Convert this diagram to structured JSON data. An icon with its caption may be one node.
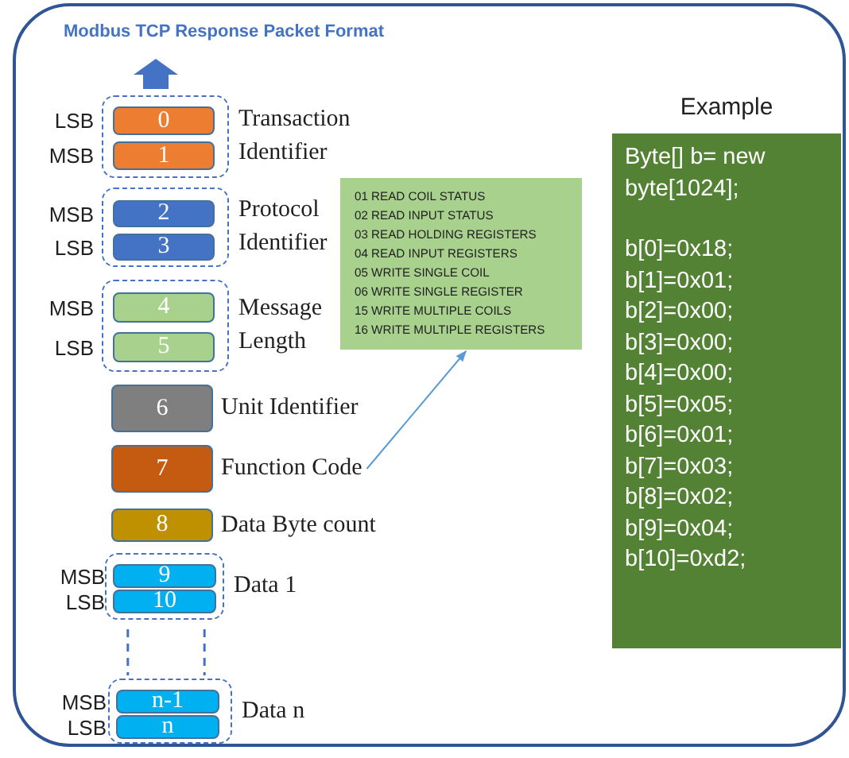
{
  "diagram": {
    "nodes": [
      {
        "text": [
          "Modbus TCP Response Packet Format"
        ]
      },
      {
        "text": [],
        "shape": "box",
        "in": 0,
        "beside": [
          "Transaction Identifier"
        ]
      },
      {
        "text": [
          "0"
        ],
        "in": 1,
        "beside": [
          "LSB"
        ]
      },
      {
        "text": [
          "1"
        ],
        "in": 1,
        "beside": [
          "MSB"
        ]
      },
      {
        "text": [],
        "shape": "box",
        "in": 0,
        "beside": [
          "Protocol Identifier"
        ]
      },
      {
        "text": [
          "2"
        ],
        "in": 4,
        "beside": [
          "MSB"
        ]
      },
      {
        "text": [
          "3"
        ],
        "in": 4,
        "beside": [
          "LSB"
        ]
      },
      {
        "text": [],
        "shape": "box",
        "in": 0,
        "beside": [
          "Message Length"
        ]
      },
      {
        "text": [
          "4"
        ],
        "in": 7,
        "beside": [
          "MSB"
        ]
      },
      {
        "text": [
          "5"
        ],
        "in": 7,
        "beside": [
          "LSB"
        ]
      },
      {
        "text": [
          "6"
        ],
        "in": 0,
        "beside": [
          "Unit Identifier"
        ]
      },
      {
        "text": [
          "7"
        ],
        "in": 0,
        "beside": [
          "Function Code"
        ]
      },
      {
        "text": [
          "8"
        ],
        "in": 0,
        "beside": [
          "Data Byte count"
        ]
      },
      {
        "text": [],
        "shape": "box",
        "in": 0,
        "beside": [
          "Data 1"
        ]
      },
      {
        "text": [
          "9"
        ],
        "in": 13,
        "beside": [
          "MSB"
        ]
      },
      {
        "text": [
          "10"
        ],
        "in": 13,
        "beside": [
          "LSB"
        ]
      },
      {
        "text": [],
        "shape": "box",
        "in": 0,
        "beside": [
          "Data n"
        ]
      },
      {
        "text": [
          "n-1"
        ],
        "in": 16,
        "beside": [
          "MSB"
        ]
      },
      {
        "text": [
          "n"
        ],
        "in": 16,
        "beside": [
          "LSB"
        ]
      },
      {
        "text": [
          "01 READ COIL STATUS",
          "02 READ INPUT STATUS",
          "03 READ HOLDING REGISTERS",
          "04 READ INPUT REGISTERS",
          "05 WRITE SINGLE COIL",
          "06 WRITE SINGLE REGISTER",
          "15 WRITE MULTIPLE COILS",
          "16 WRITE MULTIPLE REGISTERS"
        ],
        "in": 0
      },
      {
        "text": [
          "Example",
          "Byte[] b= new byte[1024];",
          "b[0]=0x18;",
          "b[1]=0x01;",
          "b[2]=0x00;",
          "b[3]=0x00;",
          "b[4]=0x00;",
          "b[5]=0x05;",
          "b[6]=0x01;",
          "b[7]=0x03;",
          "b[8]=0x02;",
          "b[9]=0x04;",
          "b[10]=0xd2;"
        ],
        "in": 0
      }
    ],
    "edges": [
      {
        "from": 11,
        "to": 19,
        "arrow": "to"
      },
      {
        "from": 13,
        "to": 16,
        "arrow": "none",
        "style": "dashed"
      },
      {
        "from": 13,
        "to": 16,
        "arrow": "none",
        "style": "dashed"
      }
    ]
  }
}
